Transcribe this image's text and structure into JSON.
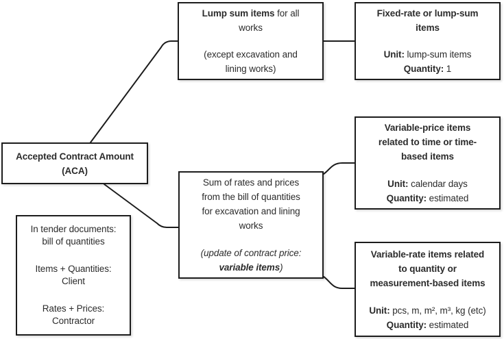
{
  "diagram": {
    "title": "Accepted Contract Amount breakdown diagram",
    "colors": {
      "background": "#ffffff",
      "line": "#1c1c1c",
      "text": "#2b2b2b"
    },
    "boxes": {
      "aca": {
        "label": "Accepted Contract Amount (ACA)",
        "lines": [
          [
            {
              "t": "Accepted Contract Amount",
              "b": true
            }
          ],
          [
            {
              "t": "(ACA)",
              "b": true
            }
          ]
        ]
      },
      "tender": {
        "label": "Tender documents notes",
        "lines": [
          [
            {
              "t": "In tender documents:"
            }
          ],
          [
            {
              "t": "bill of quantities"
            }
          ],
          [],
          [
            {
              "t": "Items + Quantities:"
            }
          ],
          [
            {
              "t": "Client"
            }
          ],
          [],
          [
            {
              "t": "Rates + Prices:"
            }
          ],
          [
            {
              "t": "Contractor"
            }
          ]
        ]
      },
      "lumpsum": {
        "label": "Lump sum items for all works",
        "lines": [
          [
            {
              "t": "Lump sum items",
              "b": true
            },
            {
              "t": " for all"
            }
          ],
          [
            {
              "t": "works"
            }
          ],
          [],
          [
            {
              "t": "(except excavation and"
            }
          ],
          [
            {
              "t": "lining works)"
            }
          ]
        ]
      },
      "fixedrate": {
        "label": "Fixed-rate or lump-sum items",
        "lines": [
          [
            {
              "t": "Fixed-rate or lump-sum",
              "b": true
            }
          ],
          [
            {
              "t": "items",
              "b": true
            }
          ],
          [],
          [
            {
              "t": "Unit:",
              "b": true
            },
            {
              "t": " lump-sum items"
            }
          ],
          [
            {
              "t": "Quantity:",
              "b": true
            },
            {
              "t": " 1"
            }
          ]
        ]
      },
      "sumrates": {
        "label": "Sum of rates and prices from the bill of quantities",
        "lines": [
          [
            {
              "t": "Sum of rates and prices"
            }
          ],
          [
            {
              "t": "from the bill of quantities"
            }
          ],
          [
            {
              "t": "for excavation and lining"
            }
          ],
          [
            {
              "t": "works"
            }
          ],
          [],
          [
            {
              "t": "(update of contract price:",
              "i": true
            }
          ],
          [
            {
              "t": "variable items",
              "b": true,
              "i": true
            },
            {
              "t": ")",
              "i": true
            }
          ]
        ]
      },
      "varprice": {
        "label": "Variable-price items related to time or time-based items",
        "lines": [
          [
            {
              "t": "Variable-price items",
              "b": true
            }
          ],
          [
            {
              "t": "related to time or time-",
              "b": true
            }
          ],
          [
            {
              "t": "based items",
              "b": true
            }
          ],
          [],
          [
            {
              "t": "Unit:",
              "b": true
            },
            {
              "t": " calendar days"
            }
          ],
          [
            {
              "t": "Quantity:",
              "b": true
            },
            {
              "t": " estimated"
            }
          ]
        ]
      },
      "varrate": {
        "label": "Variable-rate items related to quantity or measurement-based items",
        "lines": [
          [
            {
              "t": "Variable-rate items related",
              "b": true
            }
          ],
          [
            {
              "t": "to quantity or",
              "b": true
            }
          ],
          [
            {
              "t": "measurement-based items",
              "b": true
            }
          ],
          [],
          [
            {
              "t": "Unit:",
              "b": true
            },
            {
              "t": " pcs, m, m², m³, kg (etc)"
            }
          ],
          [
            {
              "t": "Quantity:",
              "b": true
            },
            {
              "t": " estimated"
            }
          ]
        ]
      }
    },
    "edges": [
      {
        "from": "aca",
        "to": "lumpsum"
      },
      {
        "from": "aca",
        "to": "sumrates"
      },
      {
        "from": "lumpsum",
        "to": "fixedrate"
      },
      {
        "from": "sumrates",
        "to": "varprice"
      },
      {
        "from": "sumrates",
        "to": "varrate"
      }
    ]
  }
}
